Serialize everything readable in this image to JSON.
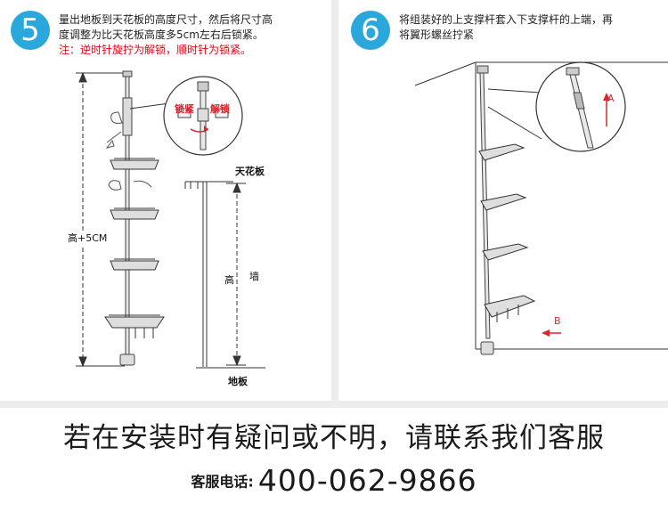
{
  "steps": [
    {
      "number": "5",
      "text_line1": "量出地板到天花板的高度尺寸，然后将尺寸高",
      "text_line2": "度调整为比天花板高度多5cm左右后锁紧。",
      "note": "注：逆时针旋拧为解锁，顺时针为锁紧。",
      "labels": {
        "lock": "锁紧",
        "unlock": "解锁",
        "ceiling": "天花板",
        "floor": "地板",
        "wall": "墙",
        "height": "高",
        "height_plus": "高+5CM"
      }
    },
    {
      "number": "6",
      "text_line1": "将组装好的上支撑杆套入下支撑杆的上端，再",
      "text_line2": "将翼形螺丝拧紧",
      "labels": {
        "a": "A",
        "b": "B"
      }
    }
  ],
  "footer": {
    "question": "若在安装时有疑问或不明，请联系我们客服",
    "phone_label": "客服电话:",
    "phone_number": "400-062-9866"
  },
  "colors": {
    "accent": "#2aa8dc",
    "note": "#e60012",
    "arrow_red": "#d9272e"
  }
}
